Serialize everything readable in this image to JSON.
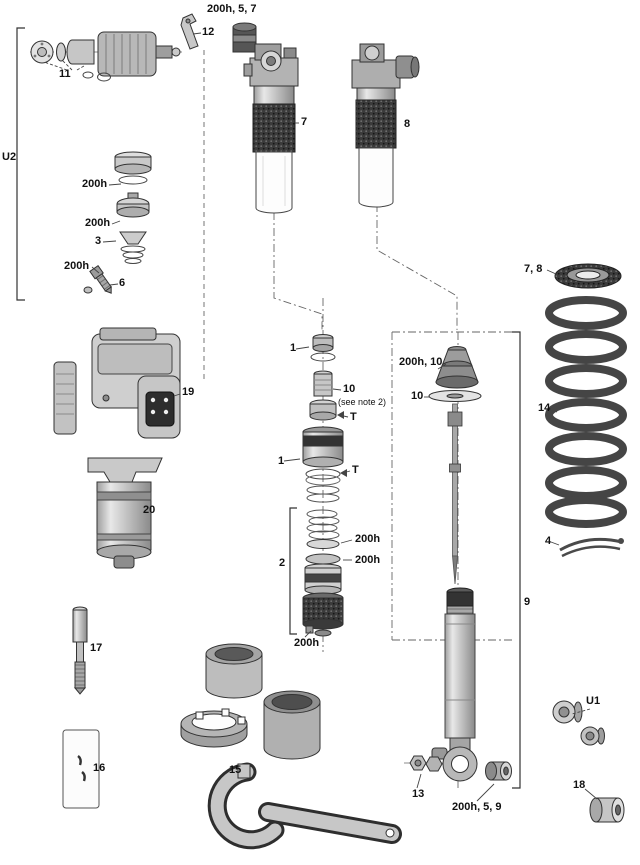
{
  "diagram": {
    "colors": {
      "background": "#ffffff",
      "line": "#333333",
      "label": "#111111",
      "dark_fill": "#3b3b3b"
    },
    "callouts": {
      "top_cylinder": "200h, 5, 7",
      "part12": "12",
      "part11": "11",
      "group_u2": "U2",
      "left_200h_a": "200h",
      "left_200h_b": "200h",
      "part3": "3",
      "left_200h_c": "200h",
      "part6": "6",
      "part7": "7",
      "part8": "8",
      "collar_7_8": "7, 8",
      "part1_top": "1",
      "right_200h_10": "200h, 10",
      "part10_center": "10",
      "note2": "(see note 2)",
      "part10_right": "10",
      "t_top": "T",
      "part14": "14",
      "part1_mid": "1",
      "t_mid": "T",
      "part19": "19",
      "part20": "20",
      "group2": "2",
      "center_200h_d": "200h",
      "center_200h_e": "200h",
      "part4": "4",
      "group9": "9",
      "center_200h_f": "200h",
      "part17": "17",
      "group_u1": "U1",
      "part16": "16",
      "part15": "15",
      "part13": "13",
      "bushing_200h_5_9": "200h, 5, 9",
      "part18": "18"
    }
  }
}
